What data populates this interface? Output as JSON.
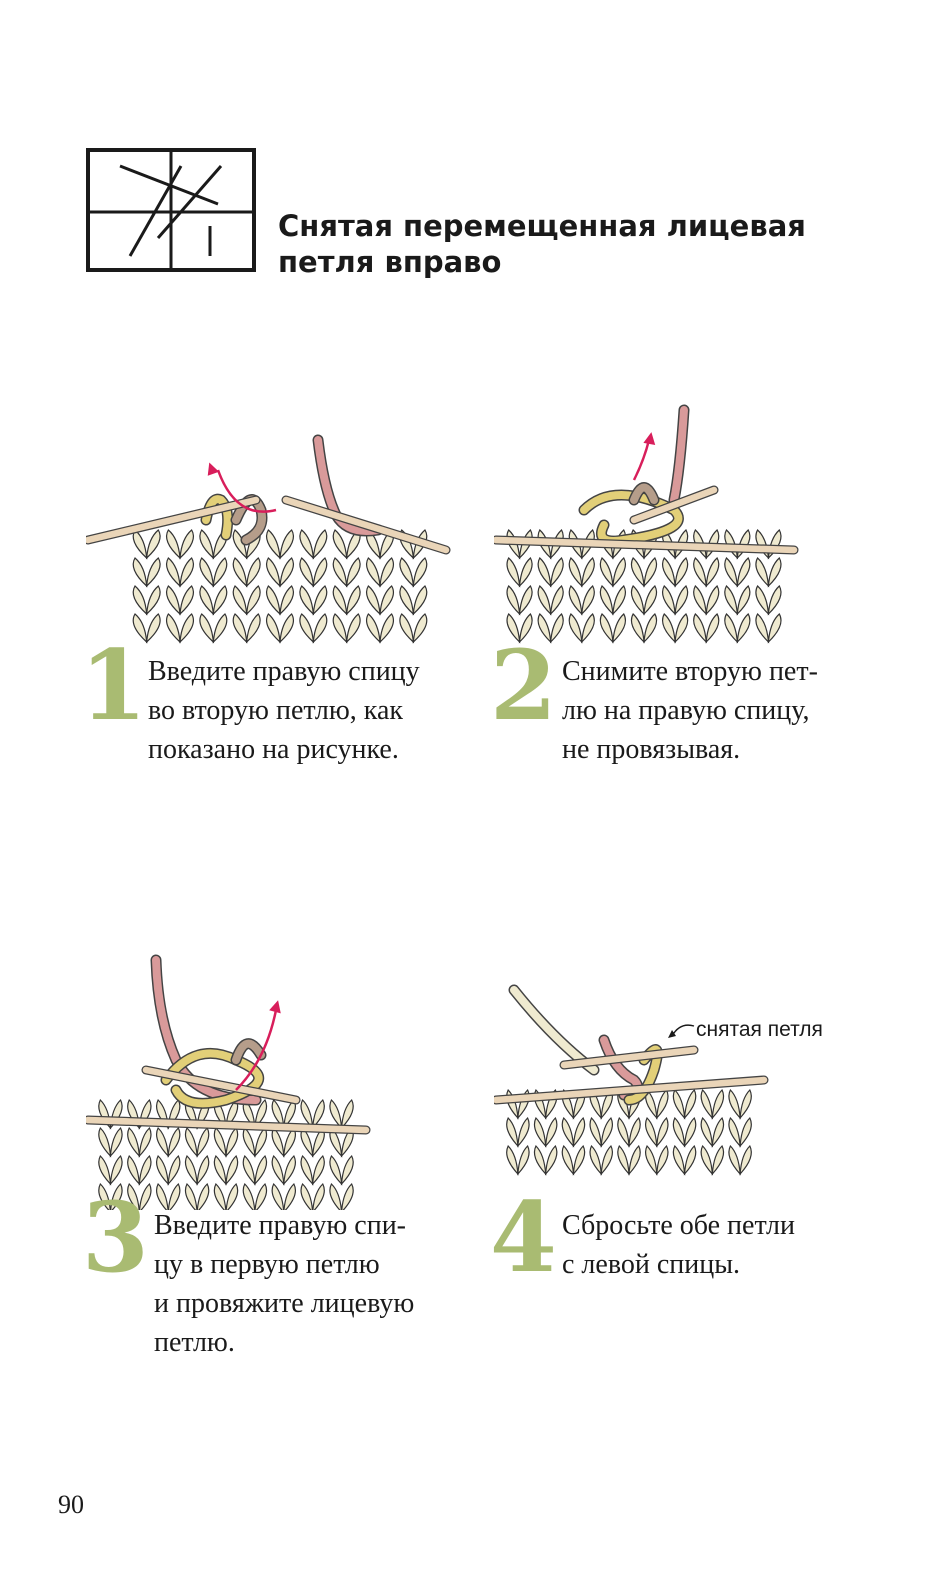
{
  "title": "Снятая перемещенная лицевая\nпетля вправо",
  "steps": [
    {
      "number": "1",
      "text": "Введите правую спицу\nво вторую петлю, как\nпоказано на рисунке."
    },
    {
      "number": "2",
      "text": "Снимите вторую пет-\nлю на правую спицу,\nне провязывая."
    },
    {
      "number": "3",
      "text": "Введите правую спи-\nцу в первую петлю\nи провяжите лицевую\nпетлю."
    },
    {
      "number": "4",
      "text": "Сбросьте обе петли\nс левой спицы."
    }
  ],
  "callout": "снятая петля",
  "page_number": "90",
  "colors": {
    "step_number": "#a9bb72",
    "yarn_cream": "#efead0",
    "yarn_yellow": "#e2cf78",
    "yarn_pink": "#d99a9a",
    "yarn_brown": "#b59d8a",
    "needle": "#ead5b8",
    "arrow": "#d81e5b"
  },
  "icons": {
    "chart_symbol": "right-twist-slipped-stitch-symbol",
    "step_illustrations": [
      "knitting-step-1-illustration",
      "knitting-step-2-illustration",
      "knitting-step-3-illustration",
      "knitting-step-4-illustration"
    ]
  }
}
